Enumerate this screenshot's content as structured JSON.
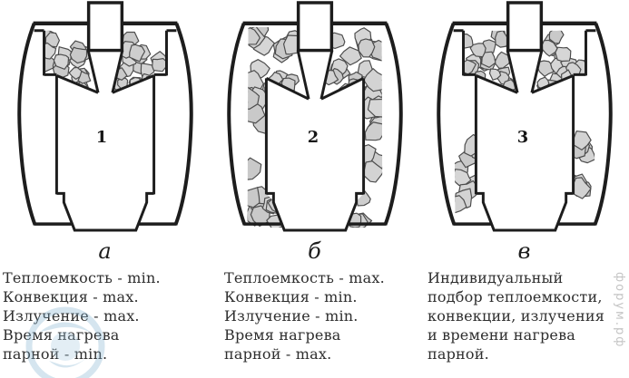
{
  "figures": [
    {
      "number": "1",
      "letter": "а",
      "variant": "top-tray"
    },
    {
      "number": "2",
      "letter": "б",
      "variant": "full-fill"
    },
    {
      "number": "3",
      "letter": "в",
      "variant": "top-and-bottom"
    }
  ],
  "captions": [
    {
      "lines": [
        "Теплоемкость - min.",
        "Конвекция - max.",
        "Излучение - max.",
        "Время нагрева",
        "парной - min."
      ]
    },
    {
      "lines": [
        "Теплоемкость - max.",
        "Конвекция - min.",
        "Излучение - min.",
        "Время нагрева",
        "парной - max."
      ]
    },
    {
      "lines": [
        "Индивидуальный",
        "подбор теплоемкости,",
        "конвекции, излучения",
        "и времени нагрева",
        "парной."
      ]
    }
  ],
  "watermark": {
    "side_text": "форум.рф"
  },
  "colors": {
    "line": "#1d1d1d",
    "stone_fill": "#d0d0d0",
    "stone_stroke": "#4d4d4d",
    "text": "#2e2e2e",
    "watermark_blue": "#7fb0d0"
  }
}
